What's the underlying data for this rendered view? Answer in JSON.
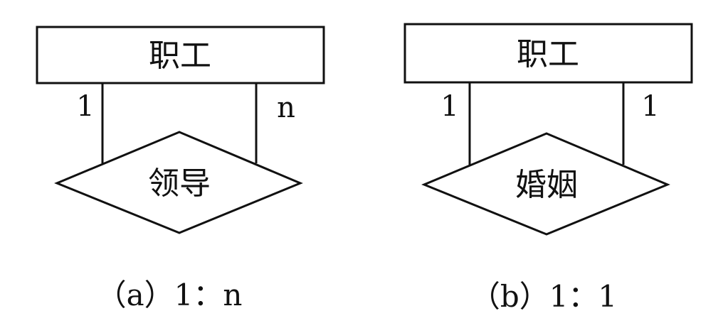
{
  "diagrams": [
    {
      "entity": "职工",
      "relationship": "领导",
      "card_left": "1",
      "card_right": "n",
      "caption": "（a）1：n"
    },
    {
      "entity": "职工",
      "relationship": "婚姻",
      "card_left": "1",
      "card_right": "1",
      "caption": "（b）1：1"
    }
  ]
}
